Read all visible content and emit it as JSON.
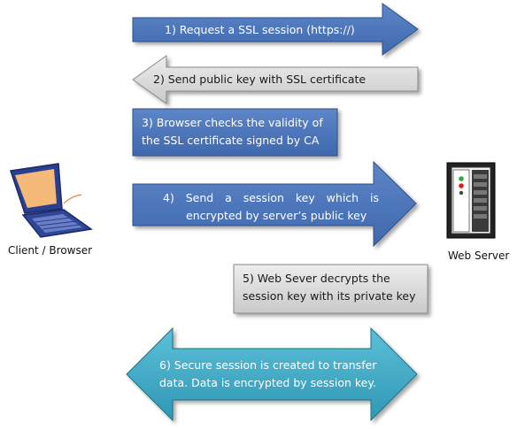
{
  "steps": [
    {
      "id": 1,
      "text": "1)    Request a SSL session (https://)",
      "direction": "right",
      "color": "#4a74b8"
    },
    {
      "id": 2,
      "text": "2) Send public key with SSL certificate",
      "direction": "left",
      "color": "#d4d4d4"
    },
    {
      "id": 3,
      "lines": [
        "3) Browser checks the validity of",
        "the SSL certificate signed by CA"
      ],
      "color": "#4a74b8"
    },
    {
      "id": 4,
      "lines": [
        "4)   Send   a   session   key   which   is",
        "encrypted  by server’s public key"
      ],
      "direction": "right",
      "color": "#4a74b8"
    },
    {
      "id": 5,
      "lines": [
        "5) Web Sever decrypts the",
        "session key with its private key"
      ],
      "color": "#d4d4d4"
    },
    {
      "id": 6,
      "lines": [
        "6) Secure session is created to transfer",
        "data. Data is encrypted by session key."
      ],
      "direction": "both",
      "color": "#3ea7c4"
    }
  ],
  "nodes": {
    "client": {
      "label": "Client / Browser",
      "icon": "laptop-icon"
    },
    "server": {
      "label": "Web Server",
      "icon": "server-tower-icon"
    }
  }
}
